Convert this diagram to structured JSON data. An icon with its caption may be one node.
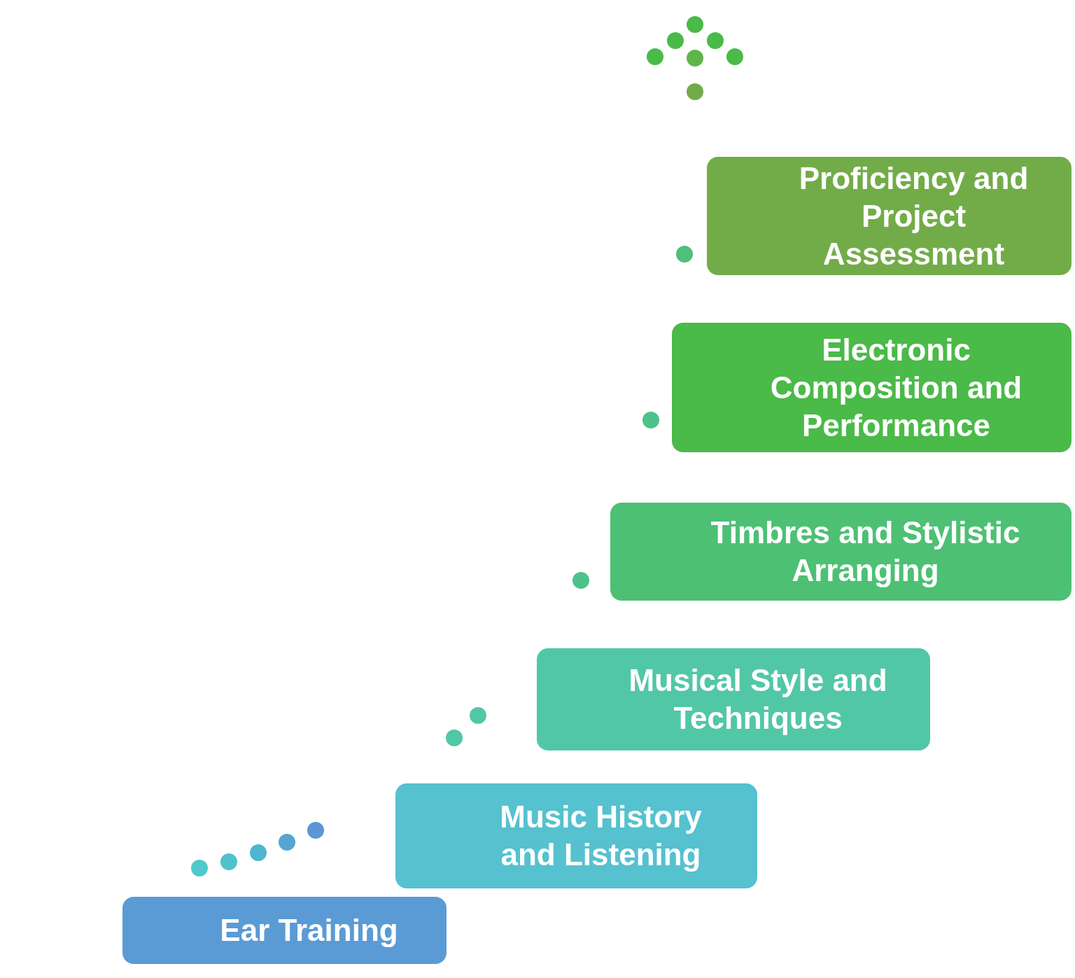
{
  "diagram": {
    "nodes": [
      {
        "text": [
          "Ear Training"
        ]
      },
      {
        "text": [
          "Music History and Listening"
        ]
      },
      {
        "text": [
          "Musical Style and Techniques"
        ]
      },
      {
        "text": [
          "Timbres and Stylistic Arranging"
        ]
      },
      {
        "text": [
          "Electronic Composition and Performance"
        ]
      },
      {
        "text": [
          "Proficiency and Project Assessment"
        ]
      }
    ]
  }
}
